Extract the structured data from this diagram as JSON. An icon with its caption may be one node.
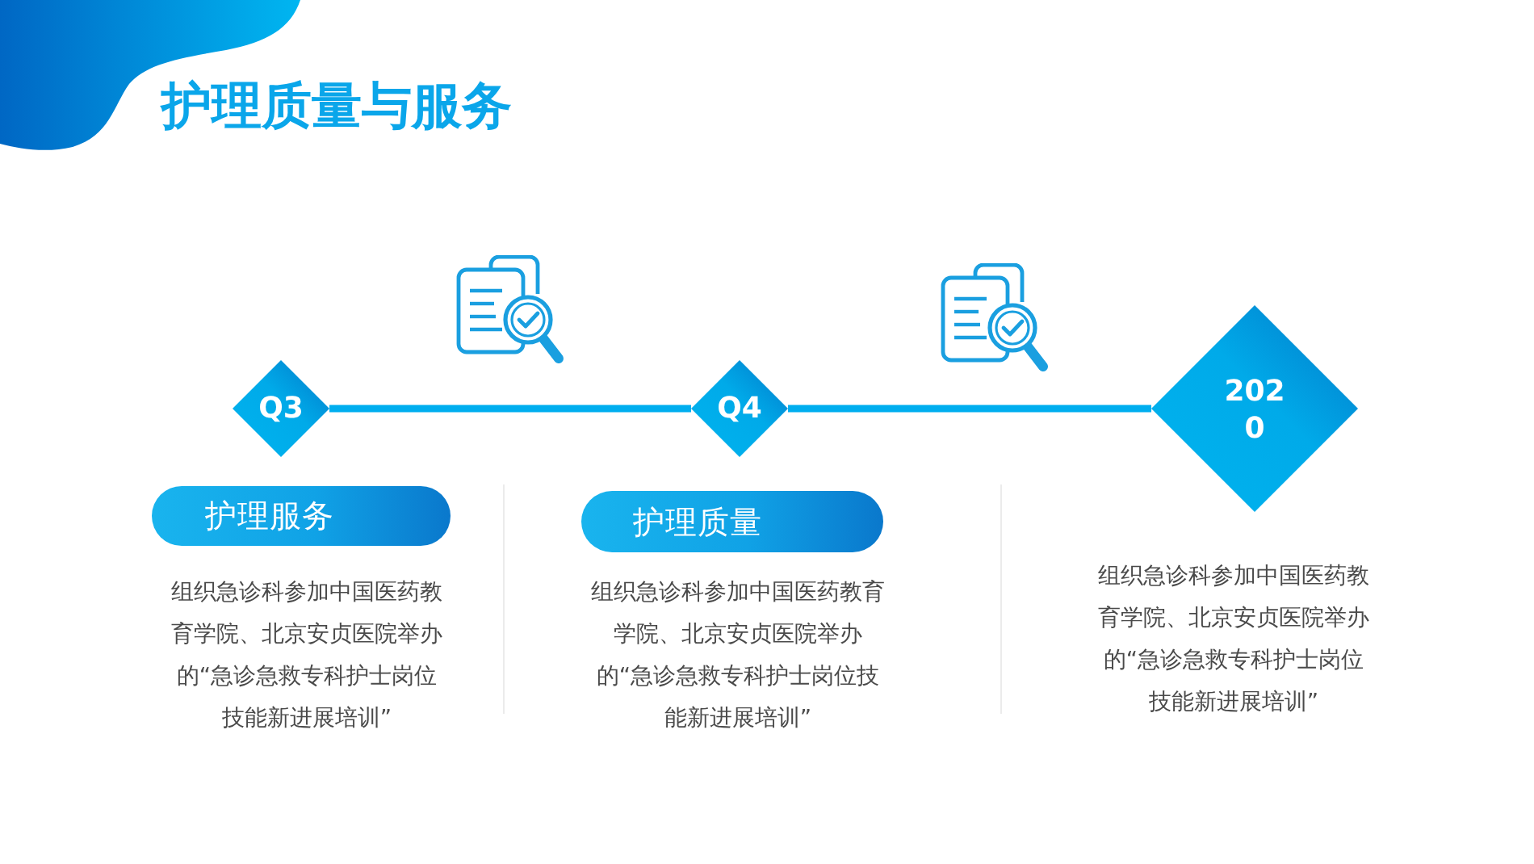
{
  "diagram": {
    "title": "护理质量与服务",
    "nodes": [
      {
        "text": [
          "Q3"
        ]
      },
      {
        "text": [
          "Q4"
        ]
      },
      {
        "text": [
          "2020"
        ]
      },
      {
        "text": [
          "护理服务"
        ]
      },
      {
        "text": [
          "护理质量"
        ]
      }
    ],
    "edges": [
      {
        "from": 0,
        "to": 1,
        "arrow": "none"
      },
      {
        "from": 1,
        "to": 2,
        "arrow": "none"
      }
    ],
    "labels": [
      "组织急诊科参加中国医药教育学院、北京安贞医院举办的“急诊急救专科护士岗位技能新进展培训”",
      "组织急诊科参加中国医药教育学院、北京安贞医院举办的“急诊急救专科护士岗位技能新进展培训”",
      "组织急诊科参加中国医药教育学院、北京安贞医院举办的“急诊急救专科护士岗位技能新进展培训”"
    ]
  }
}
